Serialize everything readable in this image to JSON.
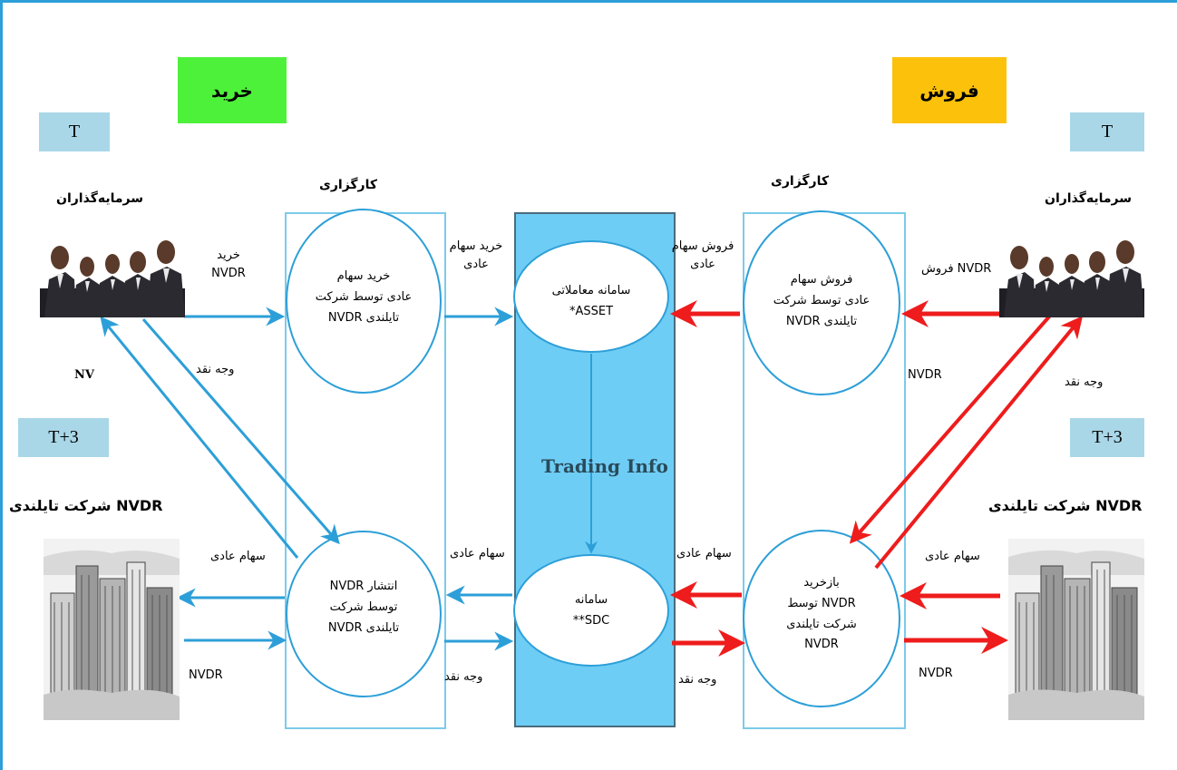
{
  "headers": {
    "buy": "خرید",
    "sell": "فروش",
    "broker_left": "کارگزاری",
    "broker_right": "کارگزاری",
    "investors_left": "سرمایه‌گذاران",
    "investors_right": "سرمایه‌گذاران",
    "company_left": "شرکت تایلندی NVDR",
    "company_right": "شرکت تایلندی NVDR"
  },
  "time": {
    "t_left": "T",
    "t_right": "T",
    "t3_left": "T+3",
    "t3_right": "T+3"
  },
  "center": {
    "trading_info": "Trading Info"
  },
  "circles": {
    "buy_broker": [
      "خرید سهام",
      "عادی توسط شرکت",
      "تایلندی NVDR"
    ],
    "asset": [
      "سامانه معاملاتی",
      "ASSET*"
    ],
    "sell_broker": [
      "فروش سهام",
      "عادی توسط شرکت",
      "تایلندی NVDR"
    ],
    "issue": [
      "انتشار NVDR",
      "توسط شرکت",
      "تایلندی NVDR"
    ],
    "sdc": [
      "سامانه",
      "SDC**"
    ],
    "buyback": [
      "بازخرید",
      "NVDR توسط",
      "شرکت تایلندی",
      "NVDR"
    ]
  },
  "labels": {
    "buy_nvdr": [
      "خرید",
      "NVDR"
    ],
    "cash_left": "وجه نقد",
    "nv_partial": "NV",
    "buy_common": [
      "خرید سهام",
      "عادی"
    ],
    "common_left_outer": "سهام عادی",
    "nvdr_left_bottom": "NVDR",
    "common_left_inner": "سهام عادی",
    "cash_left_inner": "وجه نقد",
    "sell_common": [
      "فروش سهام",
      "عادی"
    ],
    "sell_nvdr": "فروش NVDR",
    "nvdr_right_mid": "NVDR",
    "cash_right": "وجه نقد",
    "common_right_inner": "سهام عادی",
    "cash_right_inner": "وجه نقد",
    "common_right_outer": "سهام عادی",
    "nvdr_right_bottom": "NVDR"
  },
  "colors": {
    "buy_tag": "#4ef13a",
    "sell_tag": "#fcc20b",
    "time_box": "#a9d7e8",
    "center_panel": "#6ecdf5",
    "flow_blue": "#2d9fd8",
    "flow_red": "#ee1c1c"
  },
  "icons": {
    "investors": "people-group-icon",
    "company": "buildings-icon"
  }
}
